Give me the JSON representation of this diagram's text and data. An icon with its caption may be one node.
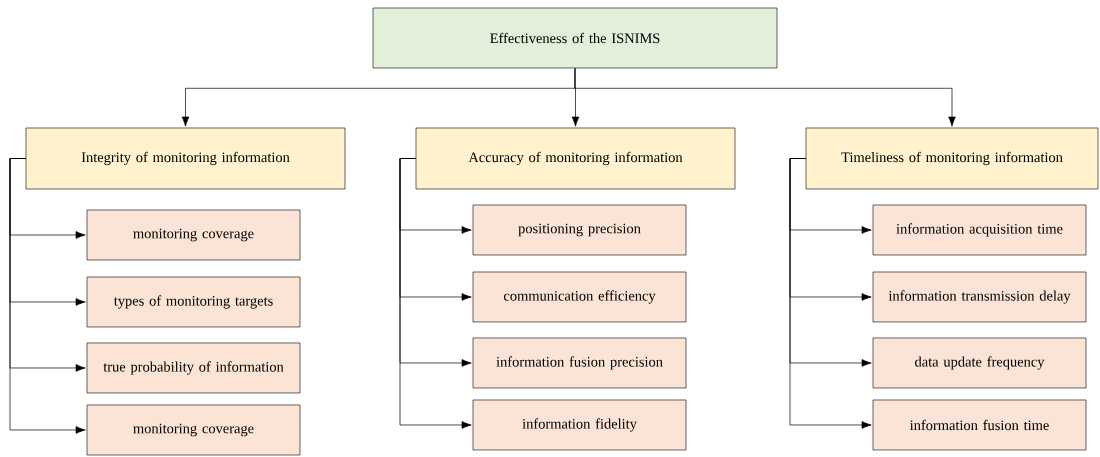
{
  "diagram": {
    "nodes": [
      {
        "text": [
          "Effectiveness of the ISNIMS"
        ]
      },
      {
        "text": [
          "Integrity of monitoring information"
        ]
      },
      {
        "text": [
          "Accuracy of monitoring information"
        ]
      },
      {
        "text": [
          "Timeliness of monitoring information"
        ]
      },
      {
        "text": [
          "monitoring coverage"
        ]
      },
      {
        "text": [
          "types of monitoring targets"
        ]
      },
      {
        "text": [
          "true probability of information"
        ]
      },
      {
        "text": [
          "monitoring coverage"
        ]
      },
      {
        "text": [
          "positioning precision"
        ]
      },
      {
        "text": [
          "communication efficiency"
        ]
      },
      {
        "text": [
          "information fusion precision"
        ]
      },
      {
        "text": [
          "information fidelity"
        ]
      },
      {
        "text": [
          "information acquisition time"
        ]
      },
      {
        "text": [
          "information transmission delay"
        ]
      },
      {
        "text": [
          "data update frequency"
        ]
      },
      {
        "text": [
          "information fusion time"
        ]
      }
    ],
    "edges": [
      {
        "from": 0,
        "to": 1,
        "arrow": "to"
      },
      {
        "from": 0,
        "to": 2,
        "arrow": "to"
      },
      {
        "from": 0,
        "to": 3,
        "arrow": "to"
      },
      {
        "from": 1,
        "to": 4,
        "arrow": "to"
      },
      {
        "from": 1,
        "to": 5,
        "arrow": "to"
      },
      {
        "from": 1,
        "to": 6,
        "arrow": "to"
      },
      {
        "from": 1,
        "to": 7,
        "arrow": "to"
      },
      {
        "from": 2,
        "to": 8,
        "arrow": "to"
      },
      {
        "from": 2,
        "to": 9,
        "arrow": "to"
      },
      {
        "from": 2,
        "to": 10,
        "arrow": "to"
      },
      {
        "from": 2,
        "to": 11,
        "arrow": "to"
      },
      {
        "from": 3,
        "to": 12,
        "arrow": "to"
      },
      {
        "from": 3,
        "to": 13,
        "arrow": "to"
      },
      {
        "from": 3,
        "to": 14,
        "arrow": "to"
      },
      {
        "from": 3,
        "to": 15,
        "arrow": "to"
      }
    ]
  }
}
